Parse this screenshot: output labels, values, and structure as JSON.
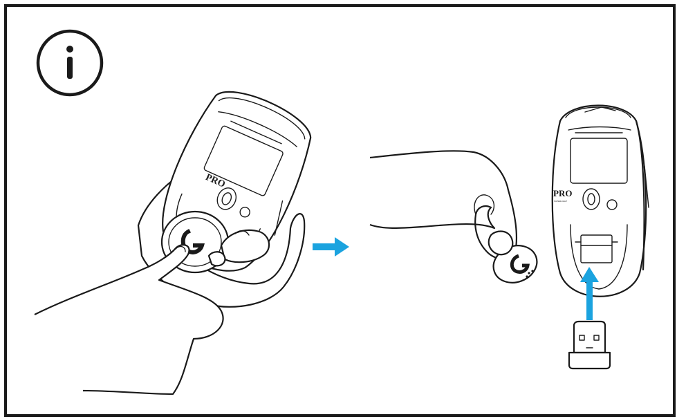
{
  "illustration": {
    "info_icon": "info-icon",
    "mouse_brand_text_left": "PRO",
    "mouse_brand_text_right": "PRO",
    "mouse_sub_text": "SUPERLIGHT",
    "arrow_color": "#1ba3df",
    "line_color": "#1a1a1a",
    "icons": [
      "info-icon",
      "mouse-bottom-icon",
      "hand-icon",
      "right-arrow-icon",
      "up-arrow-icon",
      "usb-receiver-icon",
      "g-logo-icon"
    ]
  }
}
